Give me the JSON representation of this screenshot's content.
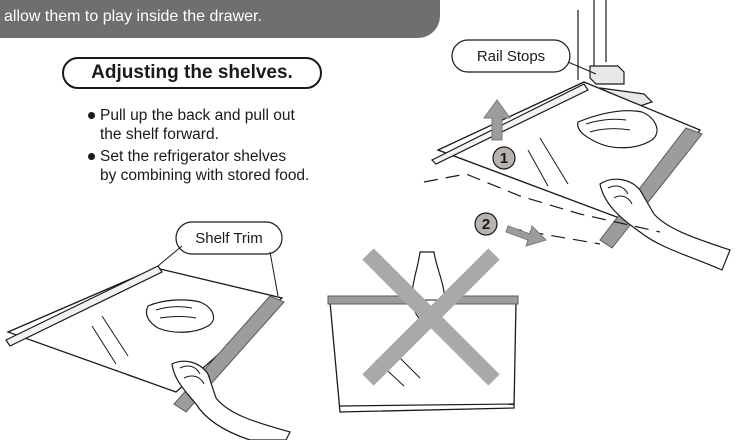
{
  "banner": {
    "text": "allow them to play inside the drawer."
  },
  "section": {
    "heading": "Adjusting the shelves.",
    "bullets": [
      {
        "line1": "Pull up the back and pull out",
        "line2": "the shelf forward."
      },
      {
        "line1": "Set the refrigerator shelves",
        "line2": "by combining with stored food."
      }
    ]
  },
  "callouts": {
    "rail_stops": "Rail Stops",
    "shelf_trim": "Shelf Trim"
  },
  "steps": {
    "step1": "1",
    "step2": "2"
  },
  "colors": {
    "banner": "#6f6f6f",
    "trim": "#9c9c9c",
    "cross": "#a9a9a9",
    "step_circle": "#b9b3b0"
  }
}
